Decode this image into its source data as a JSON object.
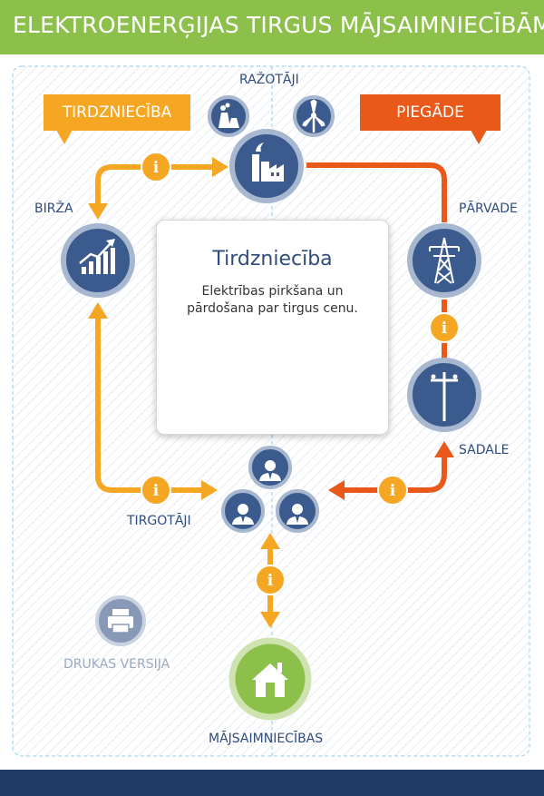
{
  "header": {
    "title": "ELEKTROENERĢIJAS TIRGUS MĀJSAIMNIECĪBĀM"
  },
  "tags": {
    "left": "TIRDZNIECĪBA",
    "right": "PIEGĀDE"
  },
  "nodes": {
    "producers": "RAŽOTĀJI",
    "exchange": "BIRŽA",
    "transmission": "PĀRVADE",
    "distribution": "SADALE",
    "traders": "TIRGOTĀJI",
    "households": "MĀJSAIMNIECĪBAS"
  },
  "info_card": {
    "title": "Tirdzniecība",
    "text": "Elektrības pirkšana un pārdošana par tirgus cenu."
  },
  "info_buttons": {
    "glyph": "i"
  },
  "print": {
    "label": "DRUKAS VERSIJA"
  },
  "colors": {
    "header_green": "#8dc04b",
    "trade_orange": "#f5a623",
    "supply_orange": "#e8591a",
    "node_blue": "#3b5a8e",
    "node_ring": "#a7b7cf",
    "house_green": "#8dc04b",
    "footer_navy": "#1f3b66"
  }
}
